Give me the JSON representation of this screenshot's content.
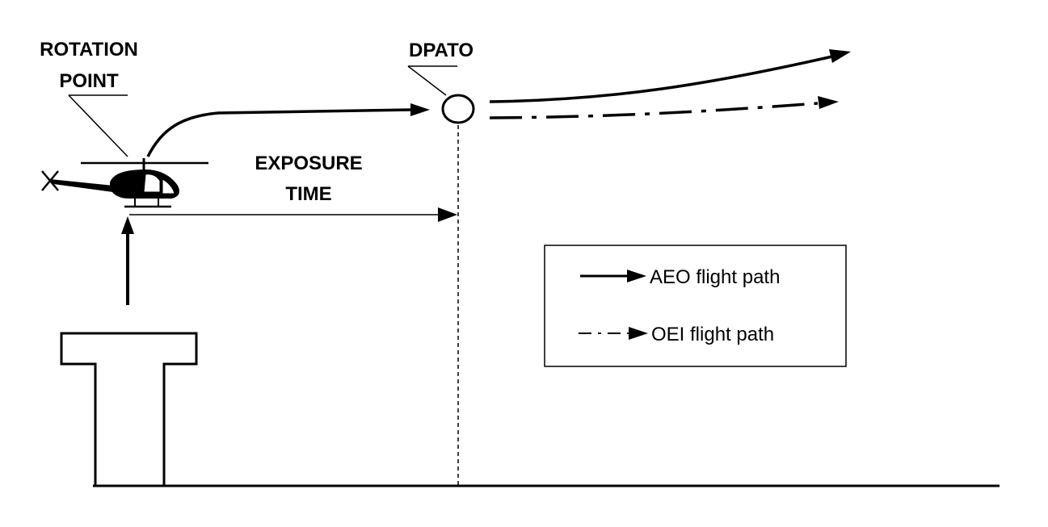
{
  "labels": {
    "rotation_point_line1": "ROTATION",
    "rotation_point_line2": "POINT",
    "dpato": "DPATO",
    "exposure_time_line1": "EXPOSURE",
    "exposure_time_line2": "TIME"
  },
  "legend": {
    "aeo": "AEO flight path",
    "oei": "OEI flight path"
  }
}
